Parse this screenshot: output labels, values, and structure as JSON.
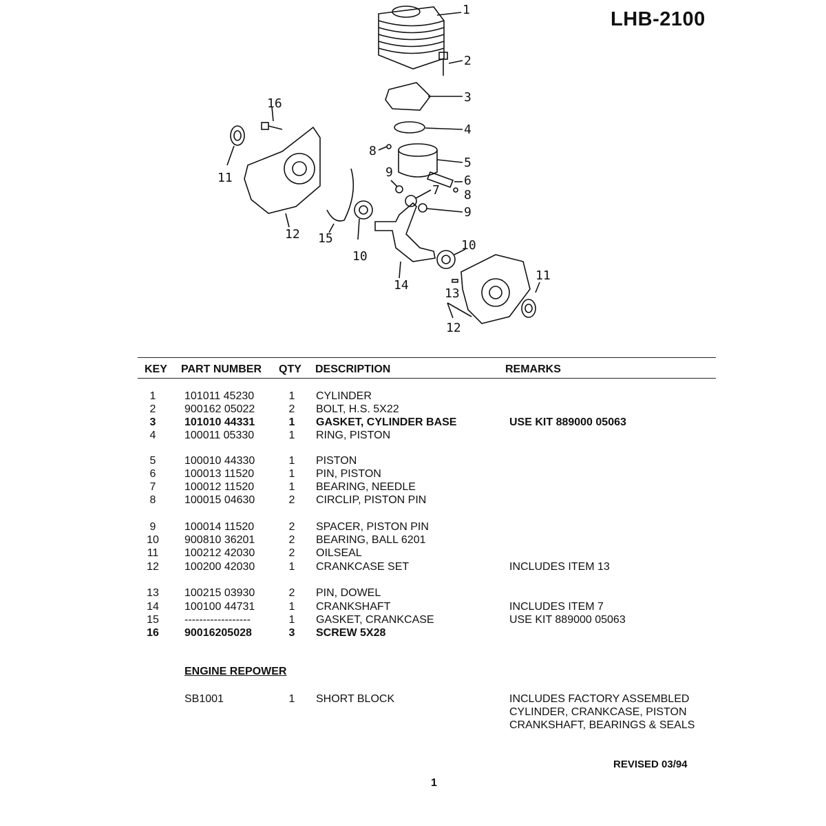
{
  "model": "LHB-2100",
  "diagram_labels": [
    "1",
    "2",
    "3",
    "4",
    "5",
    "6",
    "7",
    "8",
    "8",
    "9",
    "9",
    "10",
    "10",
    "11",
    "11",
    "12",
    "12",
    "13",
    "14",
    "15",
    "16"
  ],
  "table": {
    "headers": {
      "key": "KEY",
      "part": "PART NUMBER",
      "qty": "QTY",
      "desc": "DESCRIPTION",
      "remarks": "REMARKS"
    },
    "rows": [
      {
        "key": "1",
        "part": "101011 45230",
        "qty": "1",
        "desc": "CYLINDER",
        "remarks": "",
        "bold": false
      },
      {
        "key": "2",
        "part": "900162 05022",
        "qty": "2",
        "desc": "BOLT, H.S. 5X22",
        "remarks": "",
        "bold": false
      },
      {
        "key": "3",
        "part": "101010 44331",
        "qty": "1",
        "desc": "GASKET, CYLINDER BASE",
        "remarks": "USE KIT 889000 05063",
        "bold": true
      },
      {
        "key": "4",
        "part": "100011 05330",
        "qty": "1",
        "desc": "RING, PISTON",
        "remarks": "",
        "bold": false
      },
      {
        "key": "5",
        "part": "100010 44330",
        "qty": "1",
        "desc": "PISTON",
        "remarks": "",
        "bold": false
      },
      {
        "key": "6",
        "part": "100013 11520",
        "qty": "1",
        "desc": "PIN, PISTON",
        "remarks": "",
        "bold": false
      },
      {
        "key": "7",
        "part": "100012 11520",
        "qty": "1",
        "desc": "BEARING, NEEDLE",
        "remarks": "",
        "bold": false
      },
      {
        "key": "8",
        "part": "100015 04630",
        "qty": "2",
        "desc": "CIRCLIP, PISTON PIN",
        "remarks": "",
        "bold": false
      },
      {
        "key": "9",
        "part": "100014 11520",
        "qty": "2",
        "desc": "SPACER, PISTON PIN",
        "remarks": "",
        "bold": false
      },
      {
        "key": "10",
        "part": "900810 36201",
        "qty": "2",
        "desc": "BEARING, BALL 6201",
        "remarks": "",
        "bold": false
      },
      {
        "key": "11",
        "part": "100212 42030",
        "qty": "2",
        "desc": "OILSEAL",
        "remarks": "",
        "bold": false
      },
      {
        "key": "12",
        "part": "100200 42030",
        "qty": "1",
        "desc": "CRANKCASE SET",
        "remarks": "INCLUDES ITEM 13",
        "bold": false
      },
      {
        "key": "13",
        "part": "100215 03930",
        "qty": "2",
        "desc": "PIN, DOWEL",
        "remarks": "",
        "bold": false
      },
      {
        "key": "14",
        "part": "100100 44731",
        "qty": "1",
        "desc": "CRANKSHAFT",
        "remarks": "INCLUDES ITEM 7",
        "bold": false
      },
      {
        "key": "15",
        "part": "------------------",
        "qty": "1",
        "desc": "GASKET, CRANKCASE",
        "remarks": "USE KIT 889000 05063",
        "bold": false
      },
      {
        "key": "16",
        "part": "90016205028",
        "qty": "3",
        "desc": "SCREW 5X28",
        "remarks": "",
        "bold": true
      }
    ]
  },
  "repower": {
    "title": "ENGINE REPOWER",
    "part": "SB1001",
    "qty": "1",
    "desc": "SHORT BLOCK",
    "remarks": [
      "INCLUDES FACTORY ASSEMBLED",
      "CYLINDER, CRANKCASE, PISTON",
      "CRANKSHAFT, BEARINGS & SEALS"
    ]
  },
  "footer": {
    "revised": "REVISED 03/94",
    "page": "1"
  }
}
